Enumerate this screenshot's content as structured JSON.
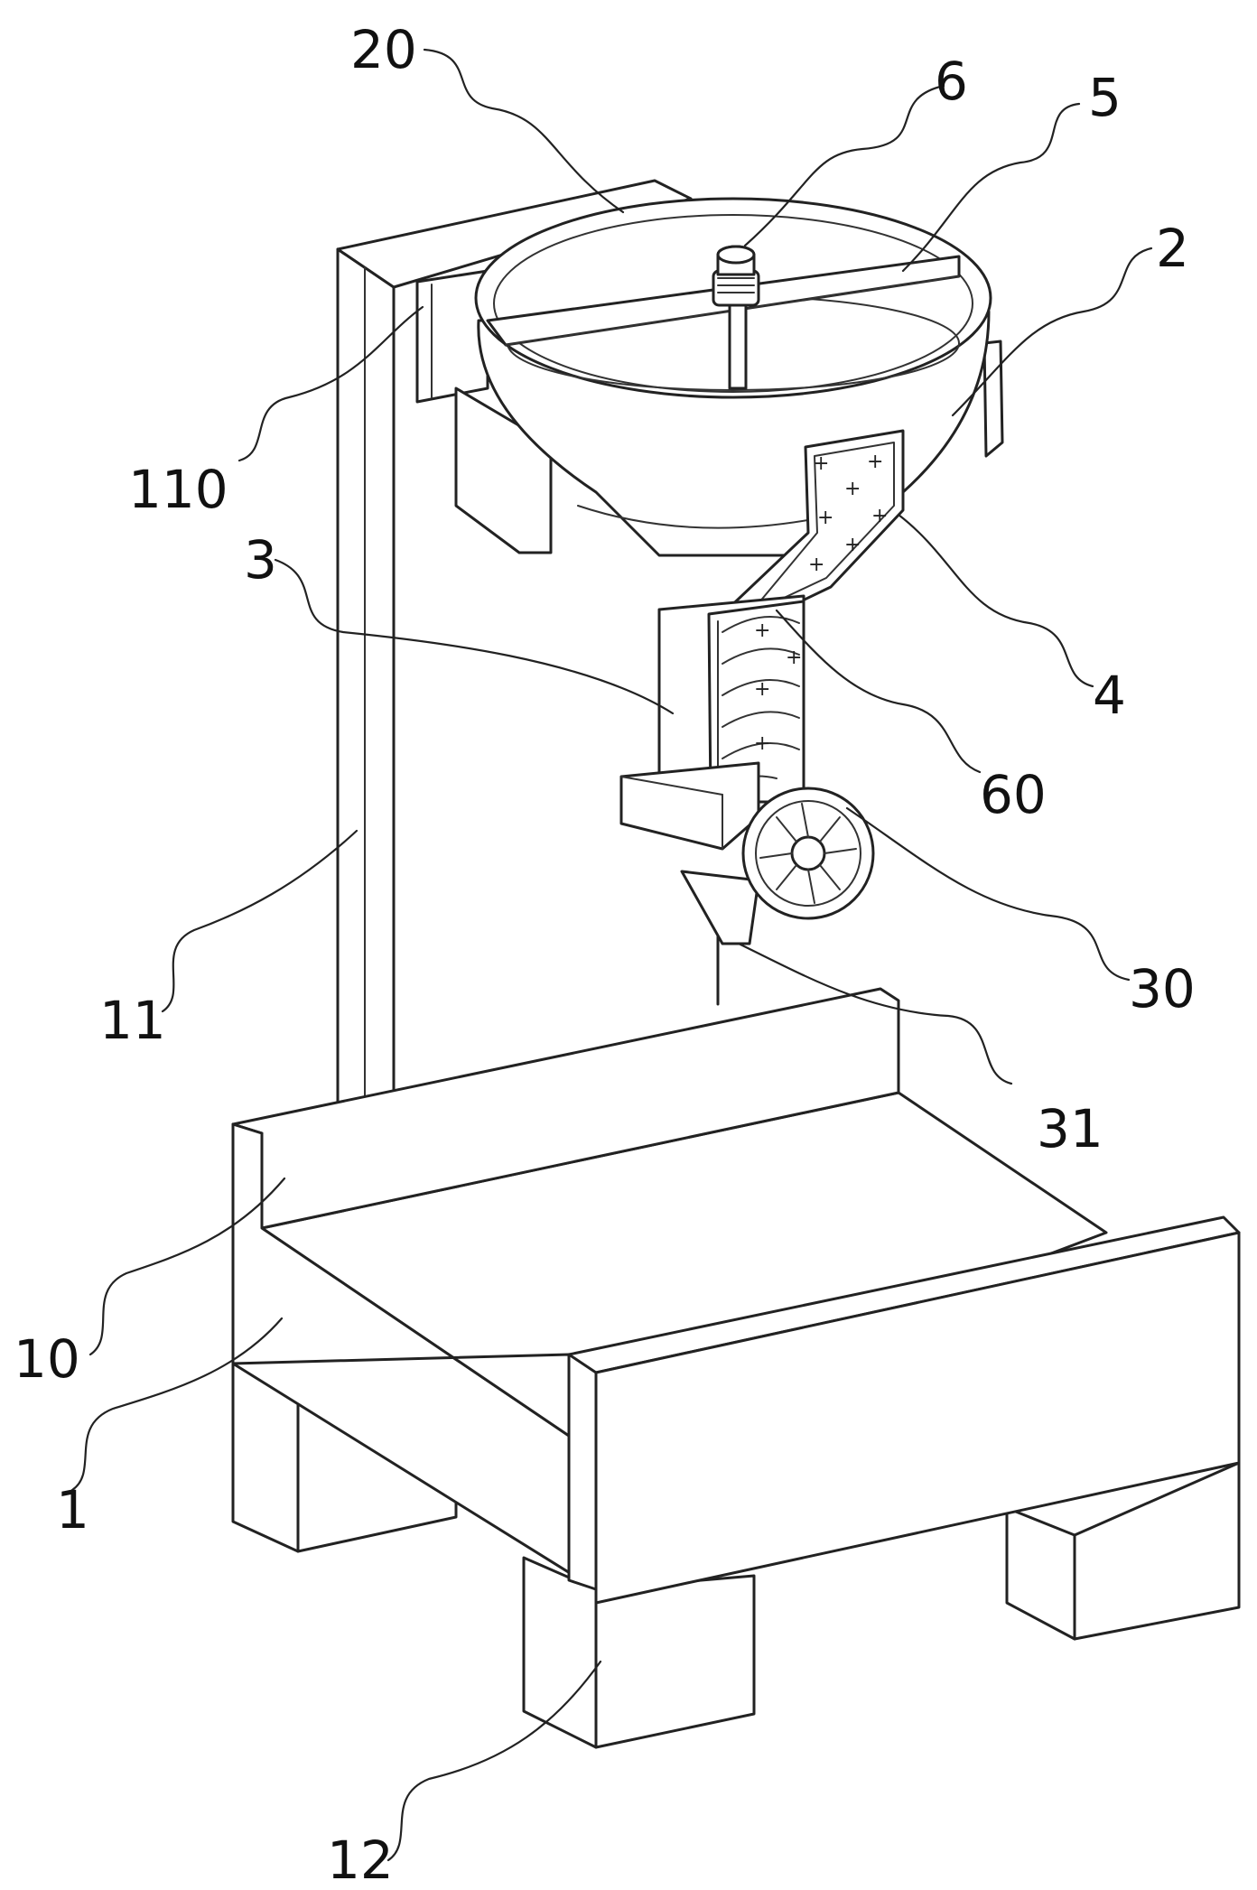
{
  "labels": {
    "l20": "20",
    "l6": "6",
    "l5": "5",
    "l2": "2",
    "l110": "110",
    "l3": "3",
    "l4": "4",
    "l60": "60",
    "l11": "11",
    "l30": "30",
    "l31": "31",
    "l10": "10",
    "l1": "1",
    "l12": "12"
  },
  "plus_mark": "+"
}
